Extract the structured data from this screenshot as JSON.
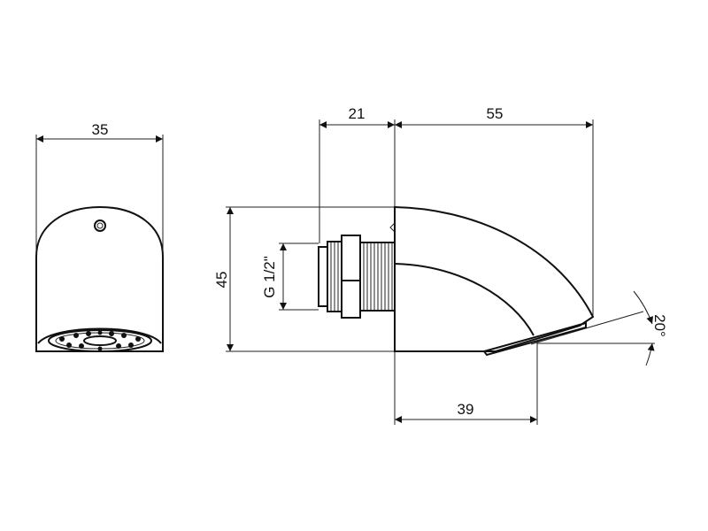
{
  "dimensions": {
    "front_width": "35",
    "inlet_length": "21",
    "body_length": "55",
    "height": "45",
    "thread": "G 1/2\"",
    "outlet_offset": "39",
    "angle": "20°"
  },
  "colors": {
    "line": "#111111",
    "background": "#ffffff"
  }
}
